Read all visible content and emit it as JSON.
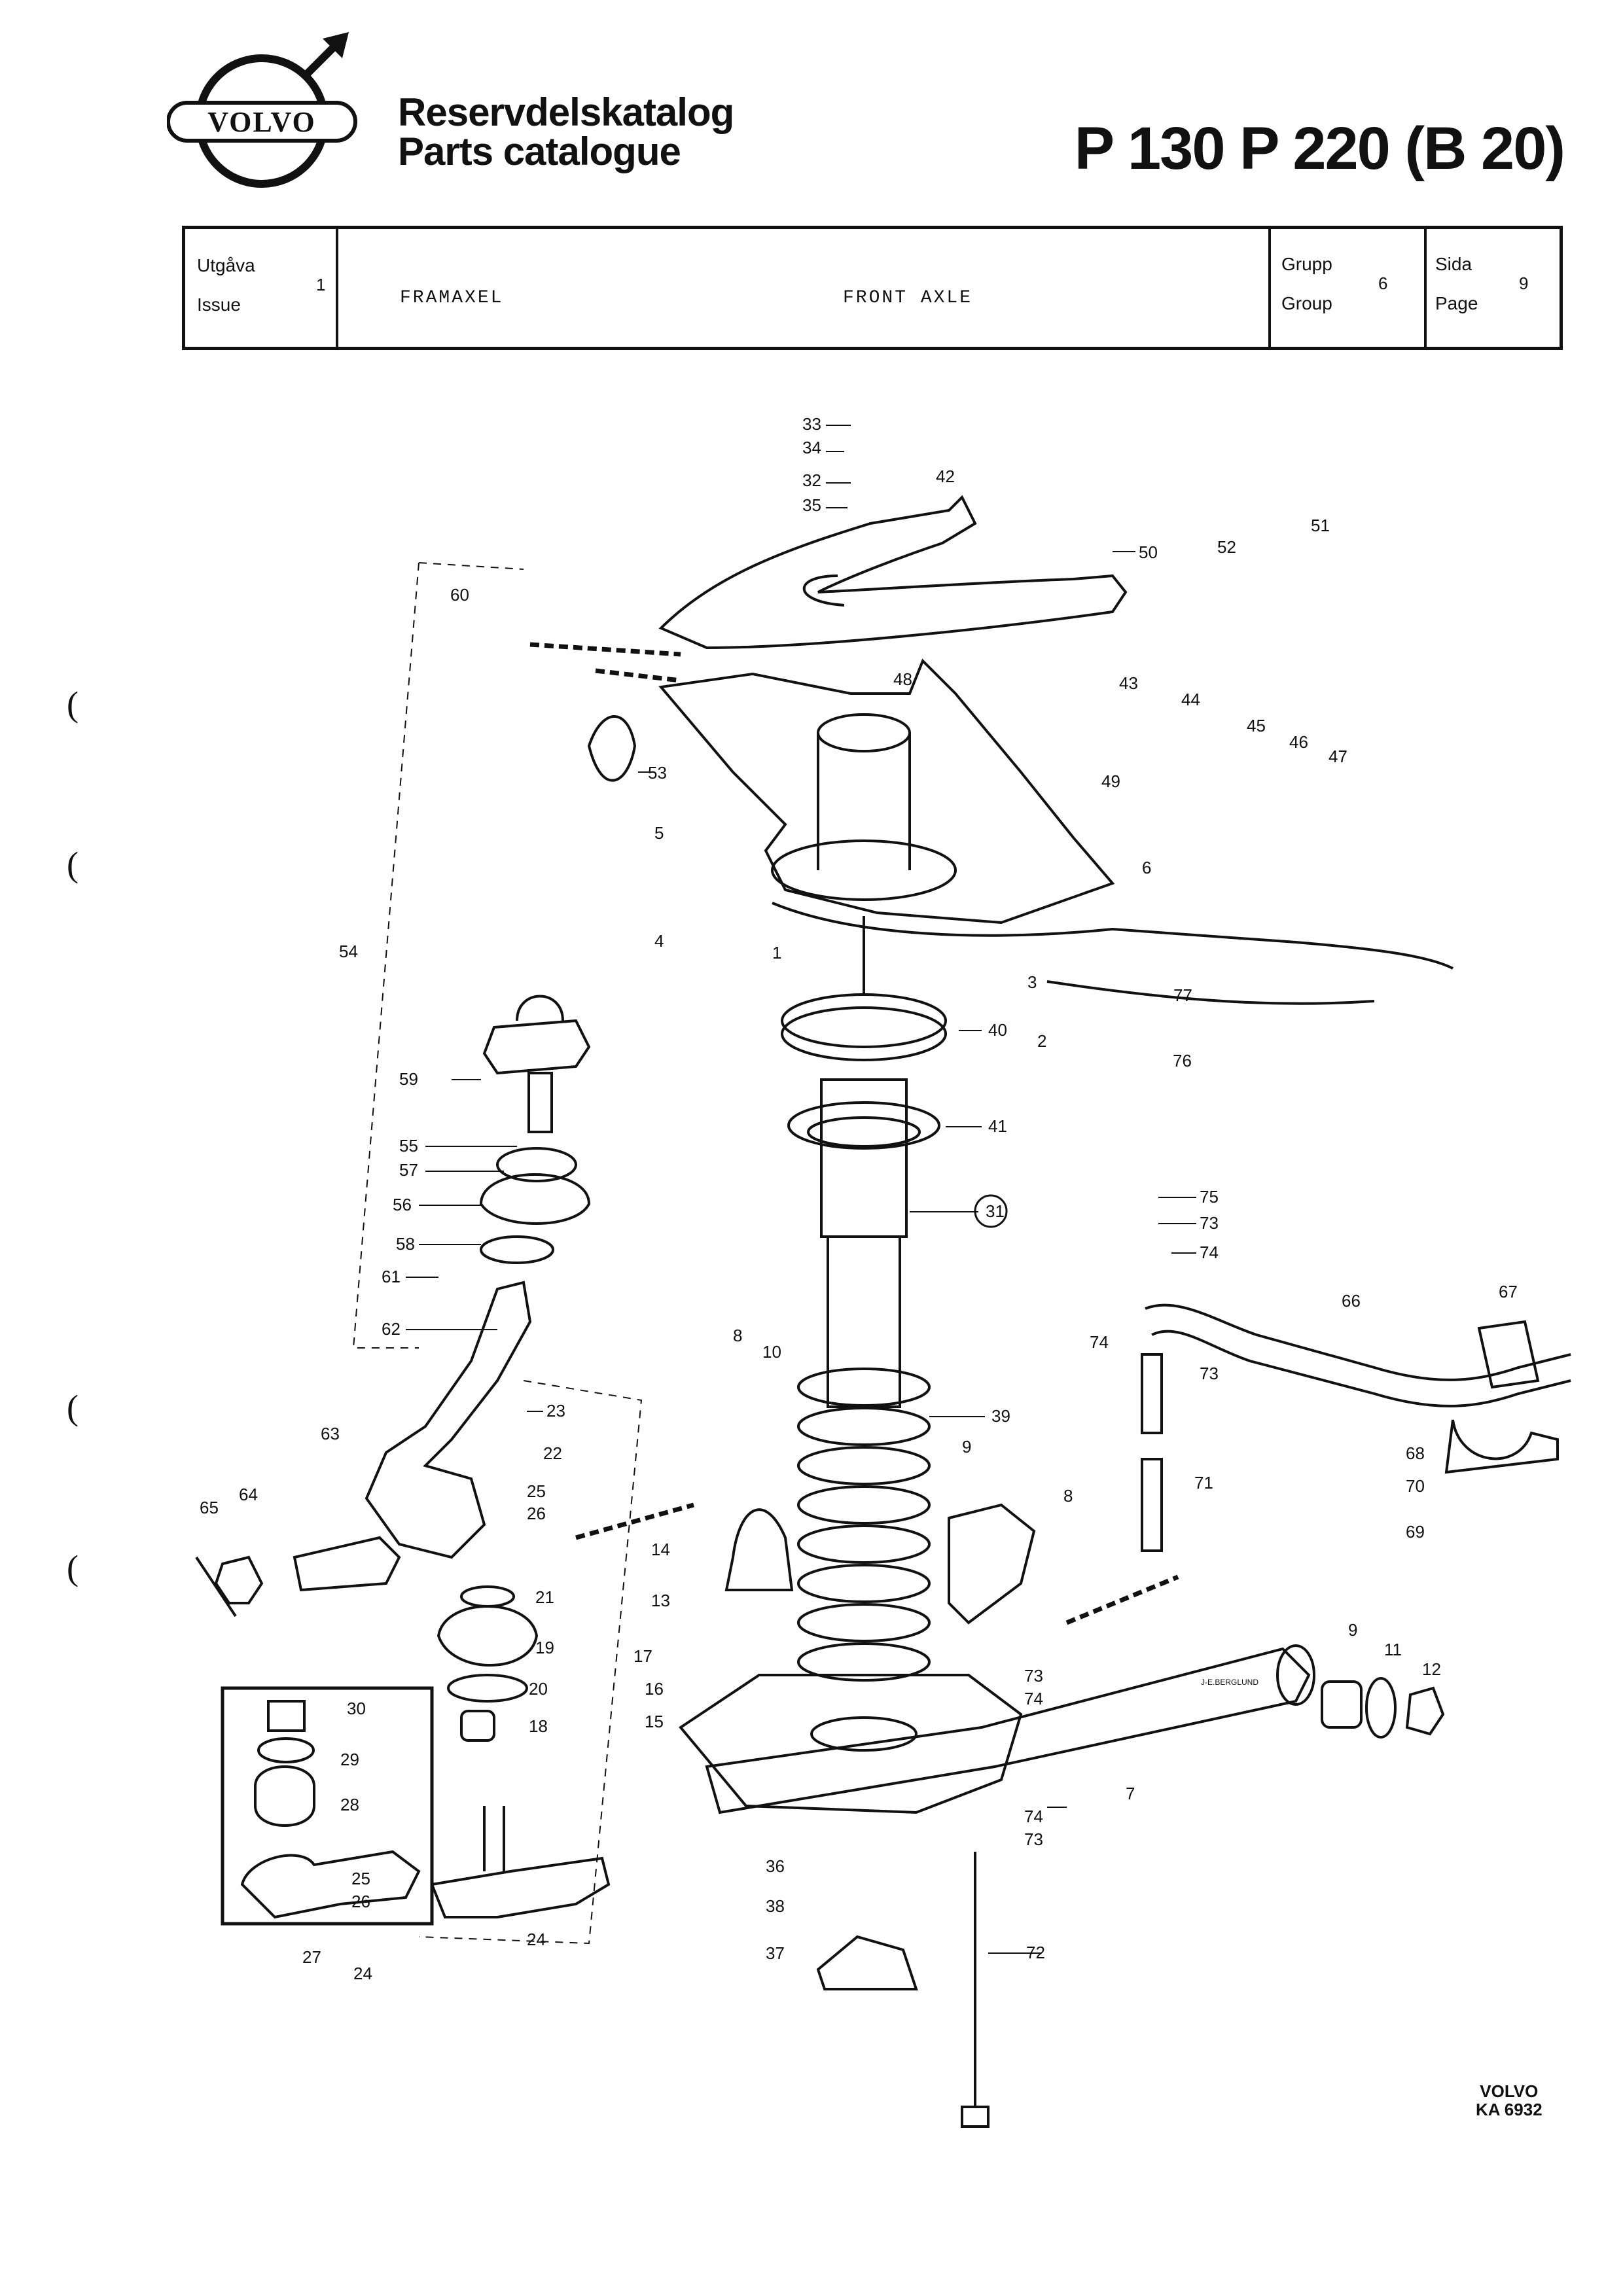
{
  "header": {
    "brand": "VOLVO",
    "title_sv": "Reservdelskatalog",
    "title_en": "Parts catalogue",
    "models": "P 130  P 220 (B 20)"
  },
  "info_box": {
    "issue_label_sv": "Utgåva",
    "issue_label_en": "Issue",
    "issue_value": "1",
    "name_sv": "FRAMAXEL",
    "name_en": "FRONT AXLE",
    "group_label_sv": "Grupp",
    "group_label_en": "Group",
    "group_value": "6",
    "page_label_sv": "Sida",
    "page_label_en": "Page",
    "page_value": "9"
  },
  "diagram": {
    "callouts": [
      "1",
      "2",
      "3",
      "4",
      "5",
      "6",
      "7",
      "8",
      "9",
      "10",
      "11",
      "12",
      "13",
      "14",
      "15",
      "16",
      "17",
      "18",
      "19",
      "20",
      "21",
      "22",
      "23",
      "24",
      "25",
      "26",
      "27",
      "28",
      "29",
      "30",
      "31",
      "32",
      "33",
      "34",
      "35",
      "36",
      "37",
      "38",
      "39",
      "40",
      "41",
      "42",
      "43",
      "44",
      "45",
      "46",
      "47",
      "48",
      "49",
      "50",
      "51",
      "52",
      "53",
      "54",
      "55",
      "56",
      "57",
      "58",
      "59",
      "60",
      "61",
      "62",
      "63",
      "64",
      "65",
      "66",
      "67",
      "68",
      "69",
      "70",
      "71",
      "72",
      "73",
      "74",
      "75",
      "76",
      "77"
    ],
    "signature": "J-E.BERGLUND"
  },
  "footer": {
    "brand": "VOLVO",
    "code": "KA 6932"
  }
}
